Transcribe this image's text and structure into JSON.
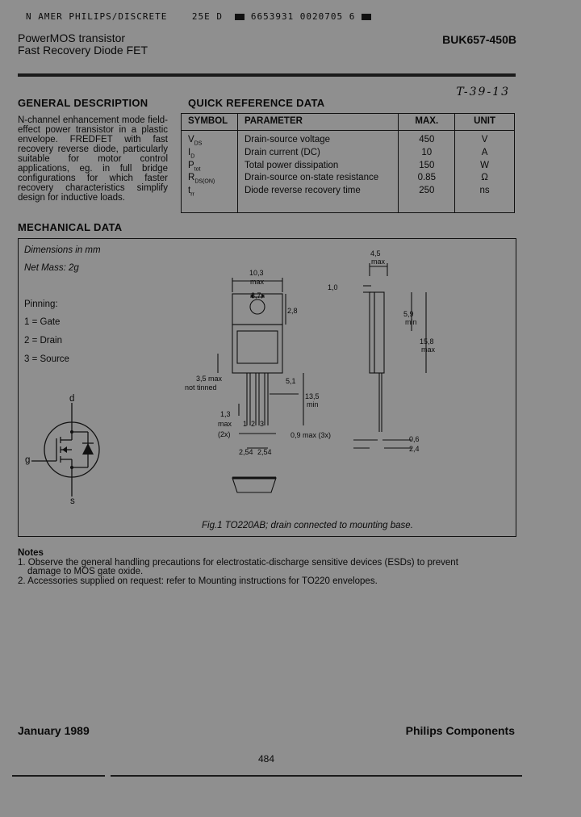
{
  "scan_header": {
    "left": "N AMER PHILIPS/DISCRETE",
    "mid": "25E D",
    "code": "6653931 0020705 6"
  },
  "header": {
    "title_line1": "PowerMOS transistor",
    "title_line2": "Fast Recovery Diode FET",
    "part_number": "BUK657-450B",
    "handwritten": "T-39-13"
  },
  "general_description": {
    "heading": "GENERAL DESCRIPTION",
    "text": "N-channel enhancement mode field-effect power transistor in a plastic envelope. FREDFET with fast recovery reverse diode, particularly suitable for motor control applications, eg. in full bridge configurations for which faster recovery characteristics simplify design for inductive loads."
  },
  "quick_reference": {
    "heading": "QUICK REFERENCE DATA",
    "columns": [
      "SYMBOL",
      "PARAMETER",
      "MAX.",
      "UNIT"
    ],
    "rows": [
      {
        "symbol": "V",
        "sub": "DS",
        "parameter": "Drain-source voltage",
        "max": "450",
        "unit": "V"
      },
      {
        "symbol": "I",
        "sub": "D",
        "parameter": "Drain current (DC)",
        "max": "10",
        "unit": "A"
      },
      {
        "symbol": "P",
        "sub": "tot",
        "parameter": "Total power dissipation",
        "max": "150",
        "unit": "W"
      },
      {
        "symbol": "R",
        "sub": "DS(ON)",
        "parameter": "Drain-source on-state resistance",
        "max": "0.85",
        "unit": "Ω"
      },
      {
        "symbol": "t",
        "sub": "rr",
        "parameter": "Diode reverse recovery time",
        "max": "250",
        "unit": "ns"
      }
    ]
  },
  "mechanical": {
    "heading": "MECHANICAL DATA",
    "dimensions_note": "Dimensions in mm",
    "net_mass": "Net Mass: 2g",
    "pinning_label": "Pinning:",
    "pins": [
      "1 = Gate",
      "2 = Drain",
      "3 = Source"
    ],
    "symbol_labels": {
      "d": "d",
      "g": "g",
      "s": "s"
    },
    "dims": {
      "w103": "10,3",
      "max": "max",
      "w37": "3,7",
      "w28": "2,8",
      "w35": "3,5 max",
      "nottinned": "not tinned",
      "w51": "5,1",
      "w135": "13,5",
      "min": "min",
      "w13": "1,3",
      "max2": "max",
      "x2": "(2x)",
      "p1": "1",
      "p2": "2",
      "p3": "3",
      "w09": "0,9 max (3x)",
      "w254a": "2,54",
      "w254b": "2,54",
      "s45": "4,5",
      "smax": "max",
      "s10": "1,0",
      "s59": "5,9",
      "smin": "min",
      "s158": "15,8",
      "smax2": "max",
      "s06": "0,6",
      "s24": "2,4"
    },
    "caption": "Fig.1 TO220AB; drain connected to mounting base."
  },
  "notes": {
    "heading": "Notes",
    "items": [
      "1. Observe the general handling precautions for electrostatic-discharge sensitive devices (ESDs) to prevent",
      "damage to MOS gate oxide.",
      "2. Accessories supplied on request: refer to Mounting instructions for TO220 envelopes."
    ]
  },
  "footer": {
    "date": "January 1989",
    "company": "Philips Components",
    "page": "484"
  }
}
